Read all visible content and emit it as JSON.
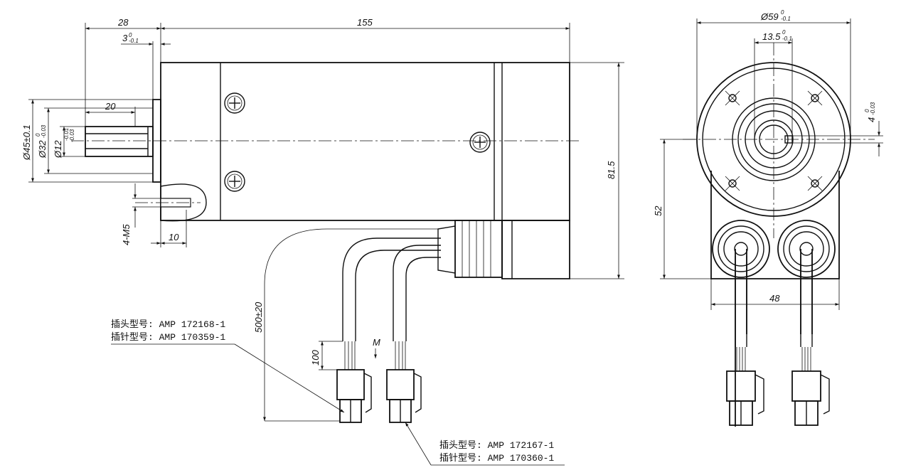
{
  "dimensions": {
    "len_28": "28",
    "len_155": "155",
    "len_3": "3",
    "len_3_tol_up": "0",
    "len_3_tol_low": "-0.1",
    "len_20": "20",
    "len_10": "10",
    "dia_45": "Ø45±0.1",
    "dia_32": "Ø32",
    "dia_32_tol_up": "0",
    "dia_32_tol_low": "-0.03",
    "dia_12": "Ø12",
    "dia_12_tol_up": "-0.01",
    "dia_12_tol_low": "-0.03",
    "thread_4m5": "4-M5",
    "height_81_5": "81.5",
    "cable_500": "500±20",
    "wire_100": "100",
    "label_m": "M",
    "dia_59": "Ø59",
    "dia_59_tol_up": "0",
    "dia_59_tol_low": "-0.1",
    "dim_13_5": "13.5",
    "dim_13_5_tol_up": "0",
    "dim_13_5_tol_low": "-0.1",
    "key_4": "4",
    "key_4_tol_up": "0",
    "key_4_tol_low": "-0.03",
    "height_52": "52",
    "width_48": "48"
  },
  "notes": {
    "connector_a": {
      "housing": "插头型号: AMP 172168-1",
      "pin": "插针型号: AMP 170359-1"
    },
    "connector_b": {
      "housing": "插头型号: AMP 172167-1",
      "pin": "插针型号: AMP 170360-1"
    }
  }
}
